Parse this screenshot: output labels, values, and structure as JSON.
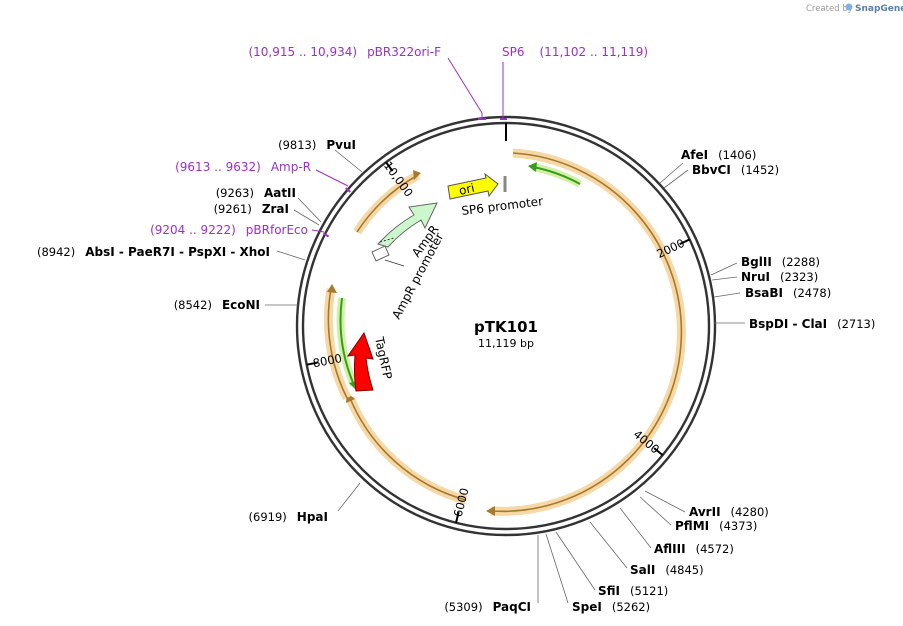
{
  "plasmid": {
    "name": "pTK101",
    "length_label": "11,119 bp",
    "length": 11119
  },
  "credit": {
    "prefix": "Created by",
    "brand": "SnapGene"
  },
  "ticks": [
    {
      "bp": 2000,
      "label": "2000"
    },
    {
      "bp": 4000,
      "label": "4000"
    },
    {
      "bp": 6000,
      "label": "6000"
    },
    {
      "bp": 8000,
      "label": "8000"
    },
    {
      "bp": 10000,
      "label": "10,000"
    }
  ],
  "sites": [
    {
      "name": "AfeI",
      "pos": "(1406)"
    },
    {
      "name": "BbvCI",
      "pos": "(1452)"
    },
    {
      "name": "BglII",
      "pos": "(2288)"
    },
    {
      "name": "NruI",
      "pos": "(2323)"
    },
    {
      "name": "BsaBI",
      "pos": "(2478)"
    },
    {
      "name": "BspDI  -  ClaI",
      "pos": "(2713)"
    },
    {
      "name": "AvrII",
      "pos": "(4280)"
    },
    {
      "name": "PflMI",
      "pos": "(4373)"
    },
    {
      "name": "AflIII",
      "pos": "(4572)"
    },
    {
      "name": "SalI",
      "pos": "(4845)"
    },
    {
      "name": "SfiI",
      "pos": "(5121)"
    },
    {
      "name": "SpeI",
      "pos": "(5262)"
    },
    {
      "name": "PaqCI",
      "pos": "(5309)"
    },
    {
      "name": "HpaI",
      "pos": "(6919)"
    },
    {
      "name": "EcoNI",
      "pos": "(8542)"
    },
    {
      "name": "AbsI  -  PaeR7I  -  PspXI  -  XhoI",
      "pos": "(8942)"
    },
    {
      "name": "ZraI",
      "pos": "(9261)"
    },
    {
      "name": "AatII",
      "pos": "(9263)"
    },
    {
      "name": "PvuI",
      "pos": "(9813)"
    }
  ],
  "primers": [
    {
      "name": "pBR322ori-F",
      "range": "(10,915 .. 10,934)"
    },
    {
      "name": "SP6",
      "range": "(11,102 .. 11,119)"
    },
    {
      "name": "Amp-R",
      "range": "(9613 .. 9632)"
    },
    {
      "name": "pBRforEco",
      "range": "(9204 .. 9222)"
    }
  ],
  "features": {
    "ori": "ori",
    "sp6_promoter": "SP6 promoter",
    "ampr": "AmpR",
    "ampr_promoter": "AmpR promoter",
    "tagrfp": "TagRFP"
  },
  "colors": {
    "backbone": "#333333",
    "orf_fill": "#f3c98a",
    "orf_core": "#a57a2c",
    "green_core": "#3a9a1c",
    "green_fill": "#c9ee90",
    "ori": "#ffff00",
    "ampr": "#ccf7cc",
    "tagrfp": "#ff0000",
    "primer": "#9b30c8"
  }
}
